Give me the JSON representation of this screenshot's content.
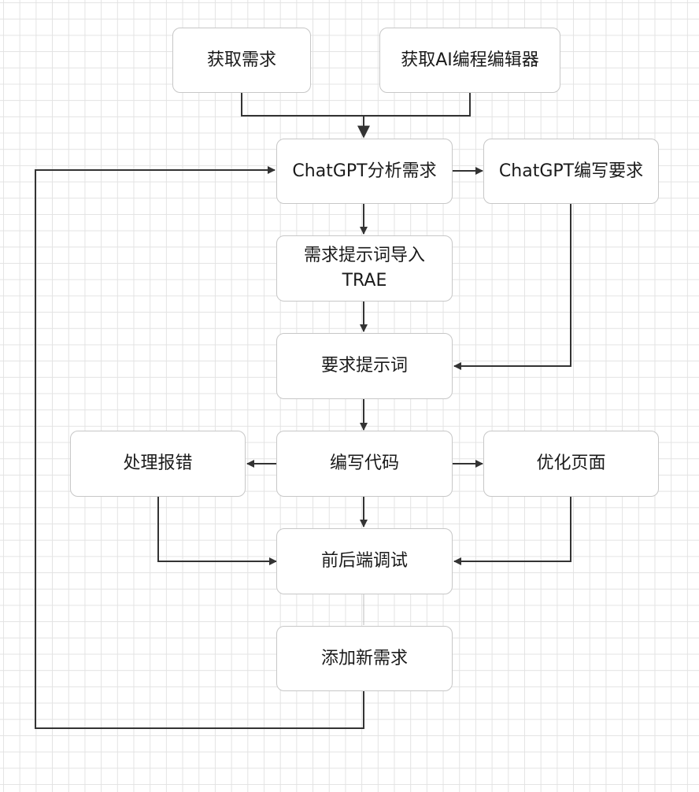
{
  "diagram": {
    "colors": {
      "node_border": "#c7c7c7",
      "node_fill": "#ffffff",
      "connector": "#333333",
      "grid": "#e3e3e3",
      "text": "#1a1a1a"
    },
    "nodes": {
      "get_requirements": {
        "label": "获取需求"
      },
      "get_ai_editor": {
        "label": "获取AI编程编辑器"
      },
      "chatgpt_analyze": {
        "label": "ChatGPT分析需求"
      },
      "chatgpt_write": {
        "label": "ChatGPT编写要求"
      },
      "import_prompt": {
        "label_line1": "需求提示词导入",
        "label_line2": "TRAE"
      },
      "requirement_prompt": {
        "label": "要求提示词"
      },
      "handle_errors": {
        "label": "处理报错"
      },
      "write_code": {
        "label": "编写代码"
      },
      "optimize_page": {
        "label": "优化页面"
      },
      "debug": {
        "label": "前后端调试"
      },
      "add_requirement": {
        "label": "添加新需求"
      }
    }
  }
}
